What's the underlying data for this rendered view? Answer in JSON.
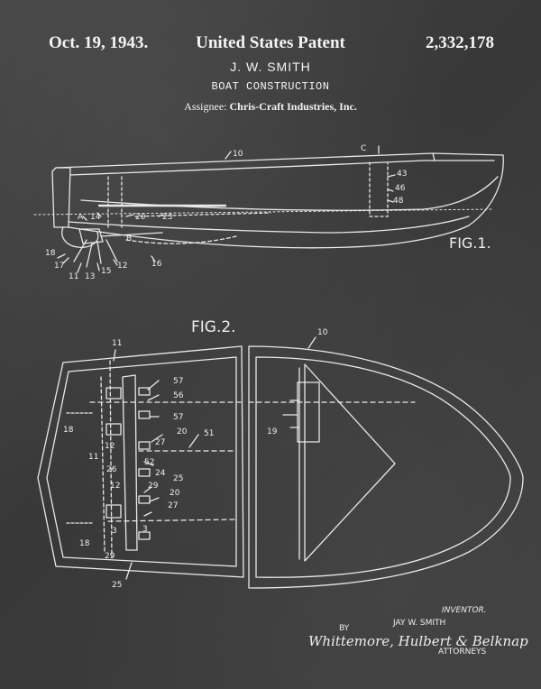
{
  "header": {
    "date": "Oct. 19, 1943.",
    "document_title": "United States Patent",
    "patent_number": "2,332,178",
    "inventor": "J. W. SMITH",
    "invention_title": "BOAT CONSTRUCTION",
    "assignee_label": "Assignee:",
    "assignee_name": "Chris-Craft Industries, Inc."
  },
  "figures": {
    "fig1_label": "FIG.1.",
    "fig2_label": "FIG.2."
  },
  "fig1_refs": [
    "10",
    "C",
    "43",
    "46",
    "48",
    "A",
    "14",
    "20",
    "23",
    "B",
    "18",
    "17",
    "11",
    "13",
    "15",
    "12",
    "16"
  ],
  "fig2_refs": [
    "10",
    "11",
    "57",
    "56",
    "57",
    "20",
    "27",
    "51",
    "18",
    "12",
    "11",
    "26",
    "52",
    "24",
    "29",
    "25",
    "12",
    "20",
    "27",
    "3",
    "18",
    "29",
    "3",
    "25",
    "19"
  ],
  "signature": {
    "inventor_caption": "INVENTOR.",
    "inventor_name": "JAY W. SMITH",
    "by_label": "BY",
    "attorneys_script": "Whittemore, Hulbert & Belknap",
    "attorneys_caption": "ATTORNEYS"
  }
}
